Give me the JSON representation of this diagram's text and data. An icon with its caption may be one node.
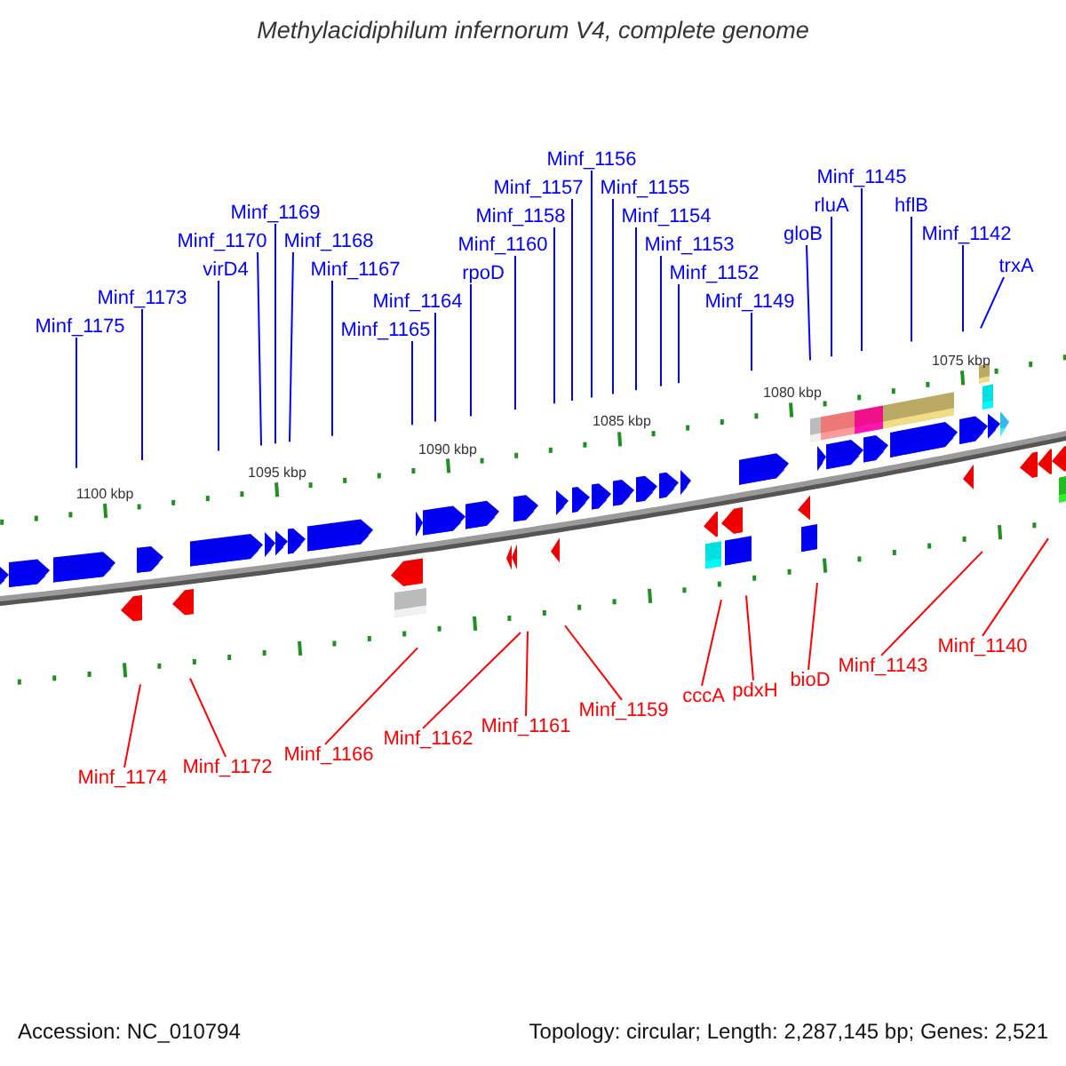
{
  "diagram": {
    "title": "Methylacidiphilum infernorum V4, complete genome",
    "nodes": [
      {
        "text": [
          "Minf_1175"
        ]
      },
      {
        "text": [
          "Minf_1173"
        ]
      },
      {
        "text": [
          "virD4"
        ]
      },
      {
        "text": [
          "Minf_1170"
        ]
      },
      {
        "text": [
          "Minf_1169"
        ]
      },
      {
        "text": [
          "Minf_1168"
        ]
      },
      {
        "text": [
          "Minf_1167"
        ]
      },
      {
        "text": [
          "Minf_1165"
        ]
      },
      {
        "text": [
          "Minf_1164"
        ]
      },
      {
        "text": [
          "rpoD"
        ]
      },
      {
        "text": [
          "Minf_1160"
        ]
      },
      {
        "text": [
          "Minf_1158"
        ]
      },
      {
        "text": [
          "Minf_1157"
        ]
      },
      {
        "text": [
          "Minf_1156"
        ]
      },
      {
        "text": [
          "Minf_1155"
        ]
      },
      {
        "text": [
          "Minf_1154"
        ]
      },
      {
        "text": [
          "Minf_1153"
        ]
      },
      {
        "text": [
          "Minf_1152"
        ]
      },
      {
        "text": [
          "Minf_1149"
        ]
      },
      {
        "text": [
          "gloB"
        ]
      },
      {
        "text": [
          "rluA"
        ]
      },
      {
        "text": [
          "Minf_1145"
        ]
      },
      {
        "text": [
          "hflB"
        ]
      },
      {
        "text": [
          "Minf_1142"
        ]
      },
      {
        "text": [
          "trxA"
        ]
      },
      {
        "text": [
          "Minf_1174"
        ]
      },
      {
        "text": [
          "Minf_1172"
        ]
      },
      {
        "text": [
          "Minf_1166"
        ]
      },
      {
        "text": [
          "Minf_1162"
        ]
      },
      {
        "text": [
          "Minf_1161"
        ]
      },
      {
        "text": [
          "Minf_1159"
        ]
      },
      {
        "text": [
          "cccA"
        ]
      },
      {
        "text": [
          "pdxH"
        ]
      },
      {
        "text": [
          "bioD"
        ]
      },
      {
        "text": [
          "Minf_1143"
        ]
      },
      {
        "text": [
          "Minf_1140"
        ]
      }
    ],
    "edges": [
      {
        "from": 0,
        "to": null,
        "arrow": "none"
      },
      {
        "from": 1,
        "to": null,
        "arrow": "none"
      },
      {
        "from": 2,
        "to": null,
        "arrow": "none"
      },
      {
        "from": 3,
        "to": null,
        "arrow": "none"
      },
      {
        "from": 4,
        "to": null,
        "arrow": "none"
      },
      {
        "from": 5,
        "to": null,
        "arrow": "none"
      },
      {
        "from": 6,
        "to": null,
        "arrow": "none"
      },
      {
        "from": 7,
        "to": null,
        "arrow": "none"
      },
      {
        "from": 8,
        "to": null,
        "arrow": "none"
      },
      {
        "from": 9,
        "to": null,
        "arrow": "none"
      },
      {
        "from": 10,
        "to": null,
        "arrow": "none"
      },
      {
        "from": 11,
        "to": null,
        "arrow": "none"
      },
      {
        "from": 12,
        "to": null,
        "arrow": "none"
      },
      {
        "from": 13,
        "to": null,
        "arrow": "none"
      },
      {
        "from": 14,
        "to": null,
        "arrow": "none"
      },
      {
        "from": 15,
        "to": null,
        "arrow": "none"
      },
      {
        "from": 16,
        "to": null,
        "arrow": "none"
      },
      {
        "from": 17,
        "to": null,
        "arrow": "none"
      },
      {
        "from": 18,
        "to": null,
        "arrow": "none"
      },
      {
        "from": 19,
        "to": null,
        "arrow": "none"
      },
      {
        "from": 20,
        "to": null,
        "arrow": "none"
      },
      {
        "from": 21,
        "to": null,
        "arrow": "none"
      },
      {
        "from": 22,
        "to": null,
        "arrow": "none"
      },
      {
        "from": 23,
        "to": null,
        "arrow": "none"
      },
      {
        "from": 24,
        "to": null,
        "arrow": "none"
      },
      {
        "from": 25,
        "to": null,
        "arrow": "none",
        "color": "#ff0000"
      },
      {
        "from": 26,
        "to": null,
        "arrow": "none",
        "color": "#ff0000"
      },
      {
        "from": 27,
        "to": null,
        "arrow": "none",
        "color": "#ff0000"
      },
      {
        "from": 28,
        "to": null,
        "arrow": "none",
        "color": "#ff0000"
      },
      {
        "from": 29,
        "to": null,
        "arrow": "none",
        "color": "#ff0000"
      },
      {
        "from": 30,
        "to": null,
        "arrow": "none",
        "color": "#ff0000"
      },
      {
        "from": 31,
        "to": null,
        "arrow": "none",
        "color": "#ff0000"
      },
      {
        "from": 32,
        "to": null,
        "arrow": "none",
        "color": "#ff0000"
      },
      {
        "from": 33,
        "to": null,
        "arrow": "none",
        "color": "#ff0000"
      },
      {
        "from": 34,
        "to": null,
        "arrow": "none",
        "color": "#ff0000"
      },
      {
        "from": 35,
        "to": null,
        "arrow": "none",
        "color": "#ff0000"
      }
    ],
    "labels": [
      "1100 kbp",
      "1095 kbp",
      "1090 kbp",
      "1085 kbp",
      "1080 kbp",
      "1075 kbp",
      "Accession: NC_010794",
      "Topology: circular; Length: 2,287,145 bp; Genes: 2,521"
    ]
  }
}
